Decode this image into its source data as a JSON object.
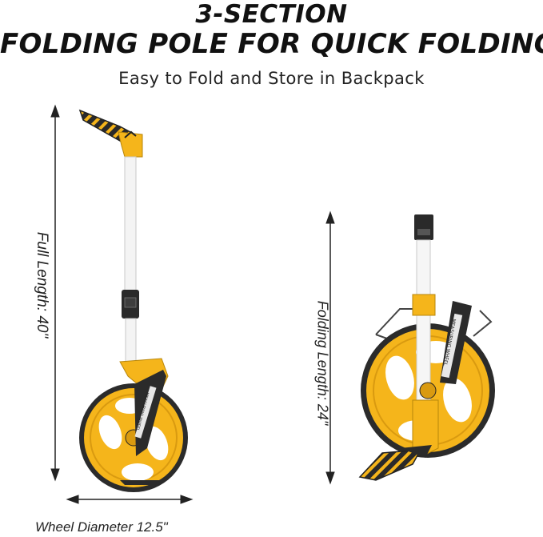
{
  "header": {
    "line1": "3-SECTION",
    "line2": "FOLDING POLE FOR QUICK FOLDING",
    "subtitle": "Easy to Fold and Store in Backpack"
  },
  "dimensions": {
    "full_length": "Full Length: 40\"",
    "folding_length": "Folding Length: 24\"",
    "wheel_diameter": "Wheel Diameter 12.5\""
  },
  "wheel_text": "MEASURING WHEEL",
  "colors": {
    "yellow": "#f5b51b",
    "dark": "#2b2b2b",
    "pole": "#f4f4f4"
  }
}
